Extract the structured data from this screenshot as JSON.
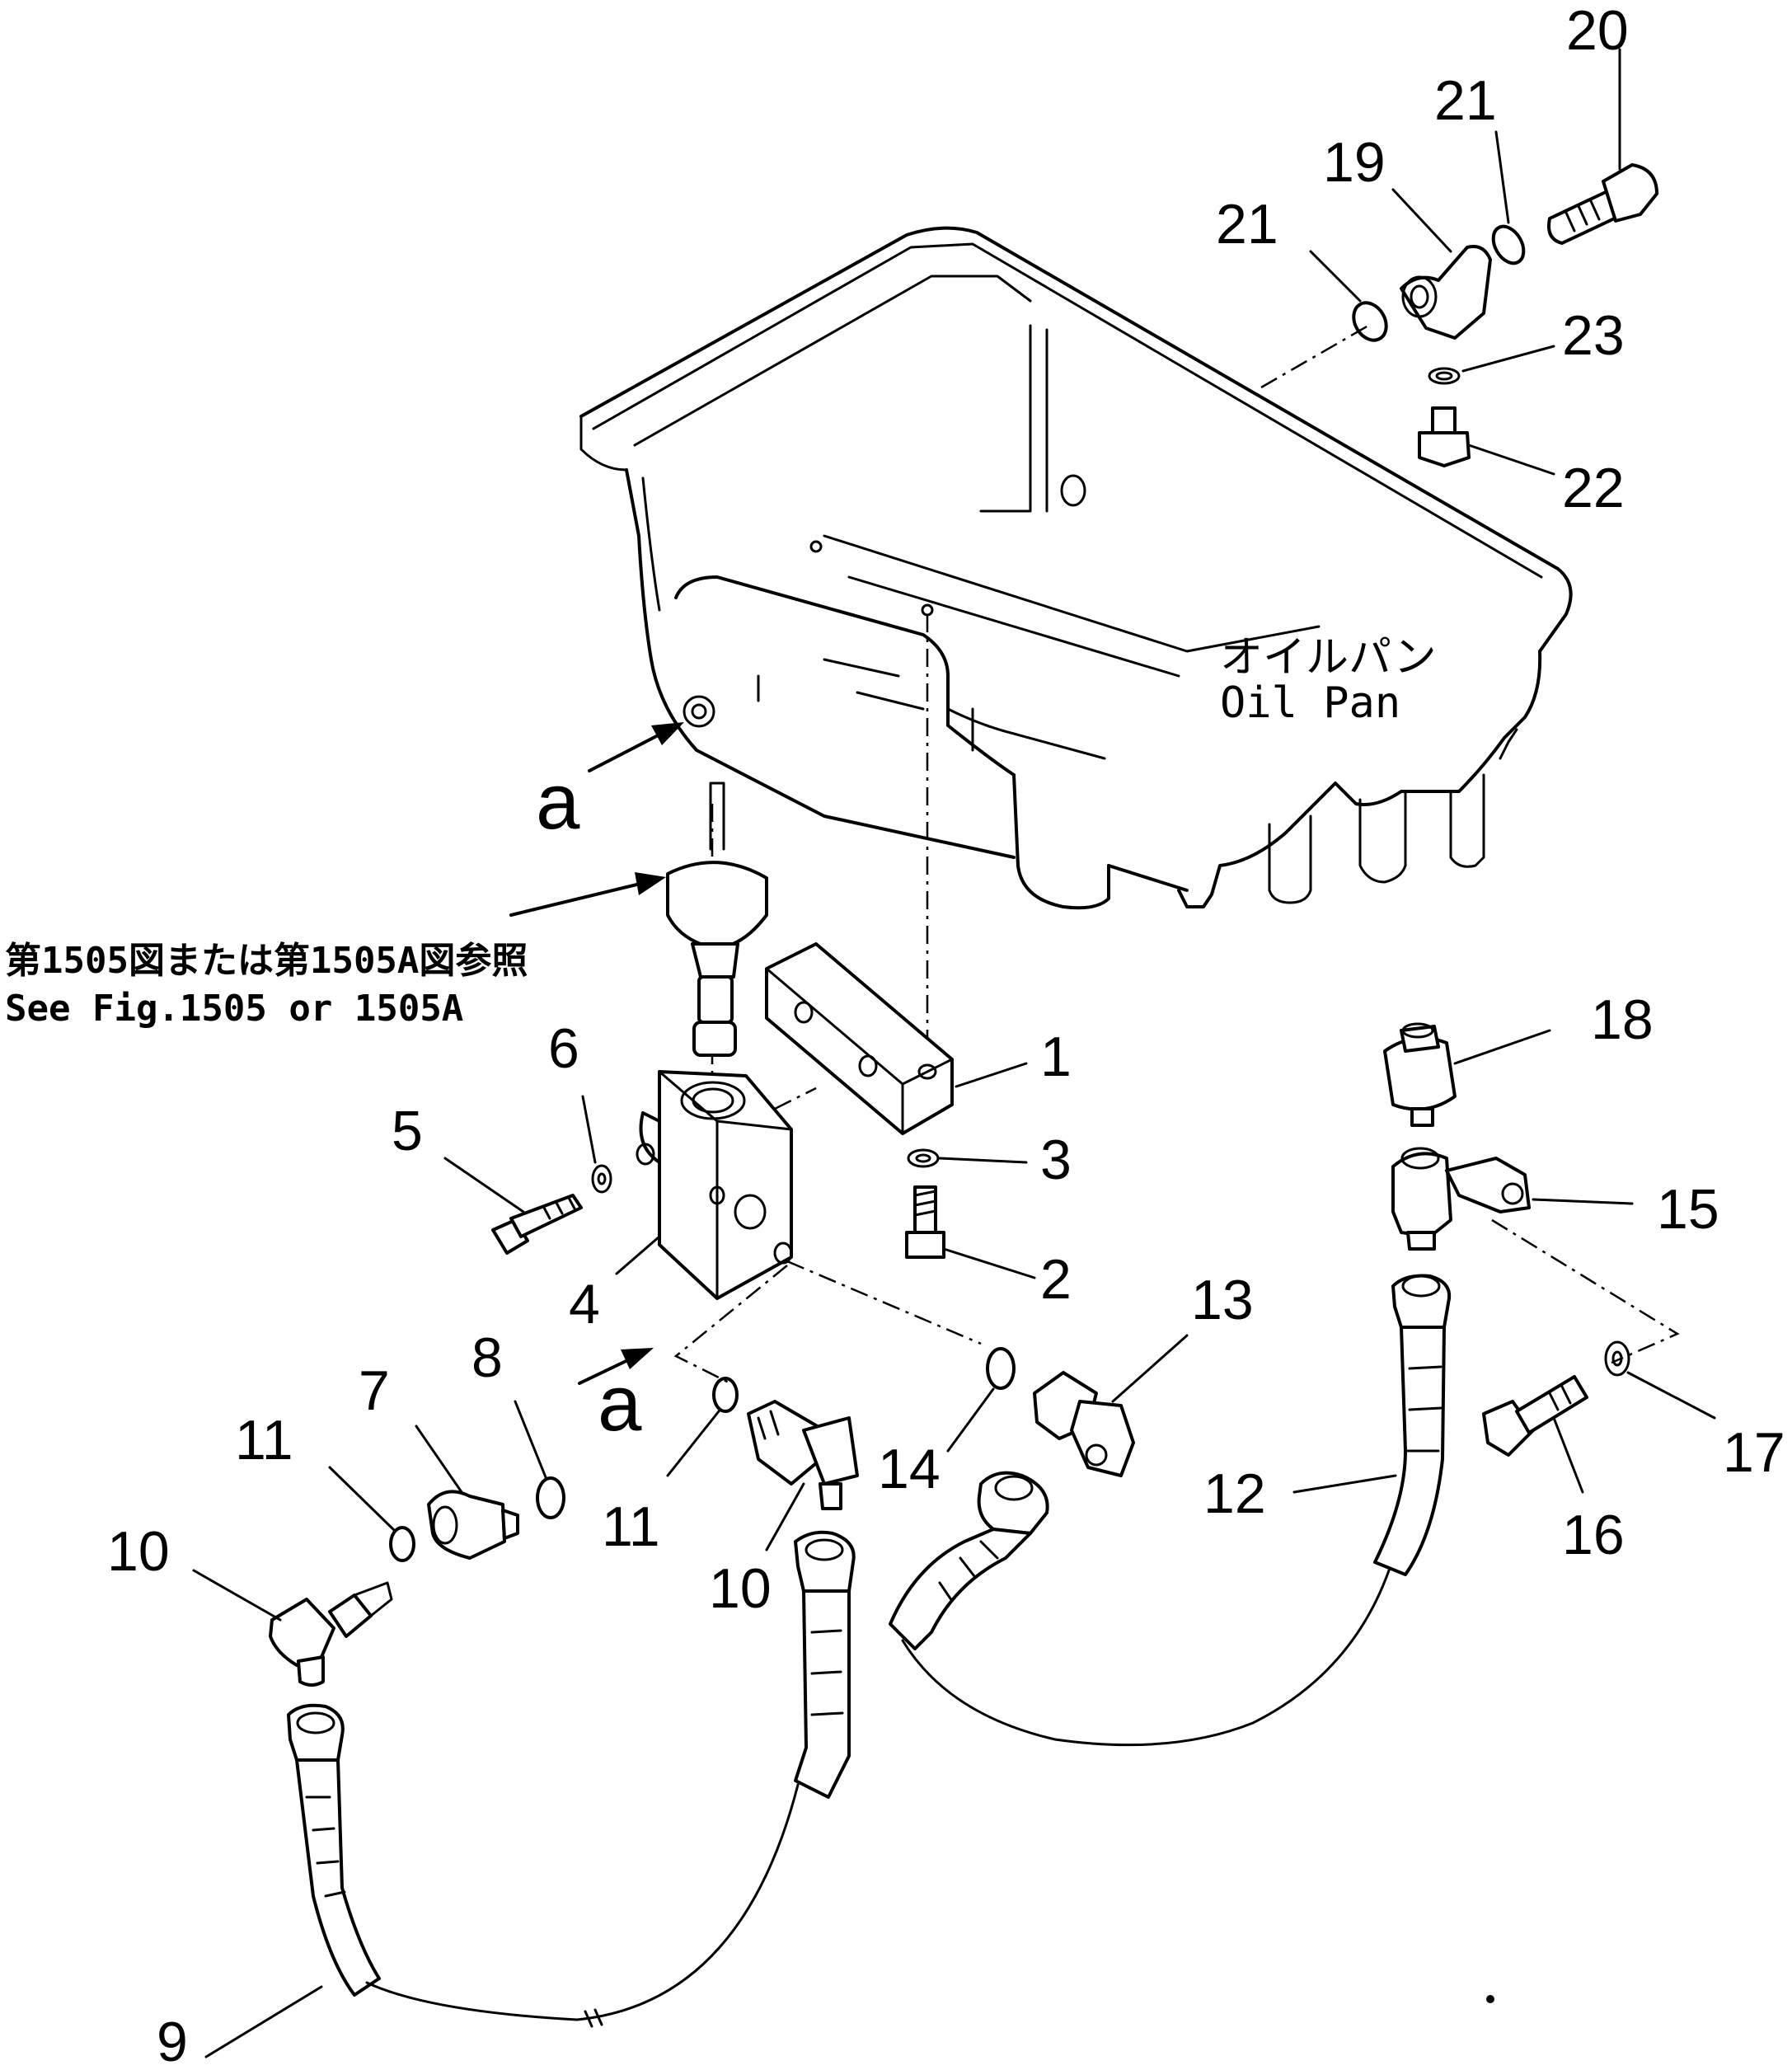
{
  "oil_pan": {
    "label_jp": "オイルパン",
    "label_en": "Oil Pan"
  },
  "reference_note": {
    "jp": "第1505図または第1505A図参照",
    "en": "See Fig.1505 or 1505A"
  },
  "view_marker": "a",
  "part_numbers": {
    "p1": "1",
    "p2": "2",
    "p3": "3",
    "p4": "4",
    "p5": "5",
    "p6": "6",
    "p7": "7",
    "p8": "8",
    "p9": "9",
    "p10a": "10",
    "p10b": "10",
    "p11a": "11",
    "p11b": "11",
    "p12": "12",
    "p13": "13",
    "p14": "14",
    "p15": "15",
    "p16": "16",
    "p17": "17",
    "p18": "18",
    "p19": "19",
    "p20": "20",
    "p21a": "21",
    "p21b": "21",
    "p22": "22",
    "p23": "23"
  }
}
